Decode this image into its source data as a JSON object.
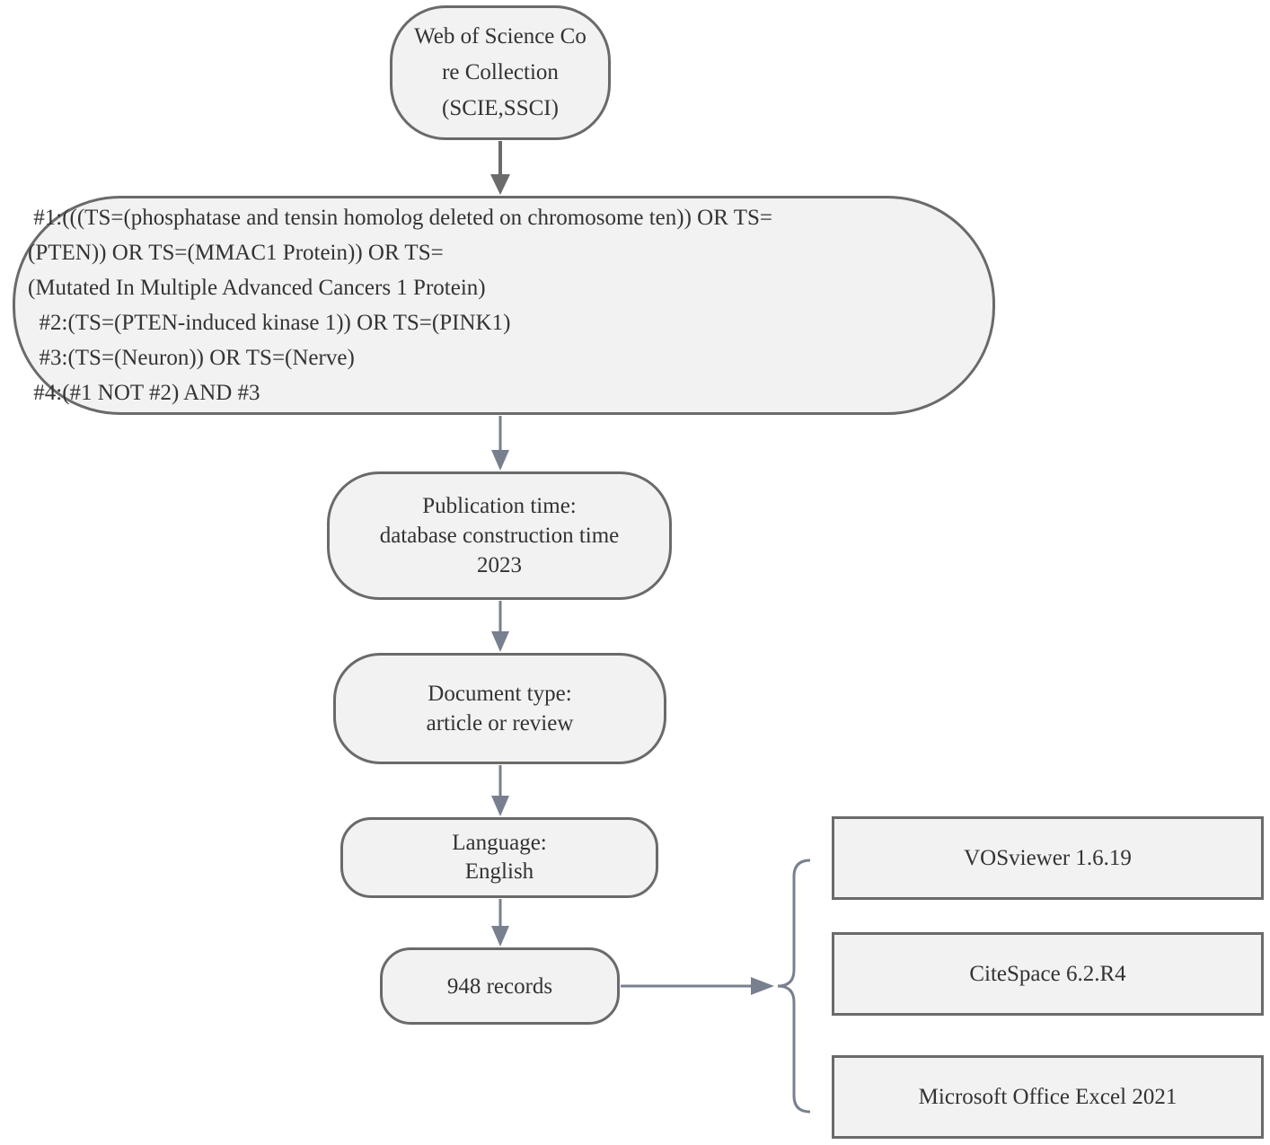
{
  "diagram": {
    "nodes": {
      "source": {
        "lines": [
          "Web of Science Co",
          "re Collection",
          "(SCIE,SSCI)"
        ]
      },
      "query": {
        "lines": [
          " #1:(((TS=(phosphatase and tensin homolog deleted on chromosome ten)) OR TS=",
          "(PTEN)) OR TS=(MMAC1 Protein)) OR TS=",
          "(Mutated In Multiple Advanced Cancers 1 Protein)",
          "  #2:(TS=(PTEN-induced kinase 1)) OR TS=(PINK1)",
          "  #3:(TS=(Neuron)) OR TS=(Nerve)",
          " #4:(#1 NOT #2) AND #3"
        ]
      },
      "time": {
        "lines": [
          "Publication time:",
          "database construction time",
          "2023"
        ]
      },
      "doctype": {
        "lines": [
          "Document type:",
          "article or review"
        ]
      },
      "language": {
        "lines": [
          "Language:",
          "English"
        ]
      },
      "records": {
        "lines": [
          "948 records"
        ]
      },
      "tool_vosviewer": {
        "lines": [
          "VOSviewer 1.6.19"
        ]
      },
      "tool_citespace": {
        "lines": [
          "CiteSpace 6.2.R4"
        ]
      },
      "tool_excel": {
        "lines": [
          "Microsoft Office Excel 2021"
        ]
      }
    },
    "edges": [
      {
        "from": "source",
        "to": "query"
      },
      {
        "from": "query",
        "to": "time"
      },
      {
        "from": "time",
        "to": "doctype"
      },
      {
        "from": "doctype",
        "to": "language"
      },
      {
        "from": "language",
        "to": "records"
      },
      {
        "from": "records",
        "to": "tools-brace"
      }
    ],
    "colors": {
      "node_fill": "#f2f2f2",
      "node_border": "#6a6a6a",
      "first_arrow": "#6b6b6b",
      "arrow": "#78808f",
      "text": "#333333"
    }
  }
}
